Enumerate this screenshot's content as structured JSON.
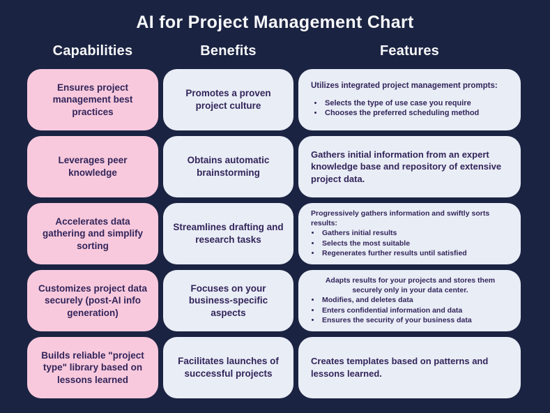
{
  "title": "AI for Project Management Chart",
  "columns": [
    {
      "label": "Capabilities"
    },
    {
      "label": "Benefits"
    },
    {
      "label": "Features"
    }
  ],
  "rows": [
    {
      "capability": "Ensures project management best practices",
      "benefit": "Promotes a proven project culture",
      "feature": {
        "intro": "Utilizes integrated project management prompts:",
        "bullets": [
          "Selects the type of use case you require",
          "Chooses the preferred scheduling method"
        ]
      }
    },
    {
      "capability": "Leverages peer knowledge",
      "benefit": "Obtains automatic brainstorming",
      "feature": {
        "text": "Gathers initial information from an expert knowledge base and repository of extensive project data."
      }
    },
    {
      "capability": "Accelerates data gathering and simplify sorting",
      "benefit": "Streamlines drafting and research tasks",
      "feature": {
        "intro": "Progressively gathers information and swiftly sorts results:",
        "bullets": [
          "Gathers initial results",
          "Selects the most suitable",
          "Regenerates further results until satisfied"
        ]
      }
    },
    {
      "capability": "Customizes project data securely (post-AI info generation)",
      "benefit": "Focuses on your business-specific aspects",
      "feature": {
        "intro": "Adapts results for your projects and stores them securely only in your data center.",
        "bullets": [
          "Modifies, and deletes data",
          "Enters confidential information and data",
          "Ensures the security of your business data"
        ]
      }
    },
    {
      "capability": "Builds reliable \"project type\" library based on lessons learned",
      "benefit": "Facilitates launches of successful projects",
      "feature": {
        "text": "Creates templates based on patterns and lessons learned."
      }
    }
  ],
  "colors": {
    "background": "#1b2342",
    "capability_card": "#f8c9dd",
    "benefit_card": "#e9edf6",
    "feature_card": "#e9edf6",
    "card_text": "#32255a",
    "heading_text": "#f7f8fa"
  }
}
